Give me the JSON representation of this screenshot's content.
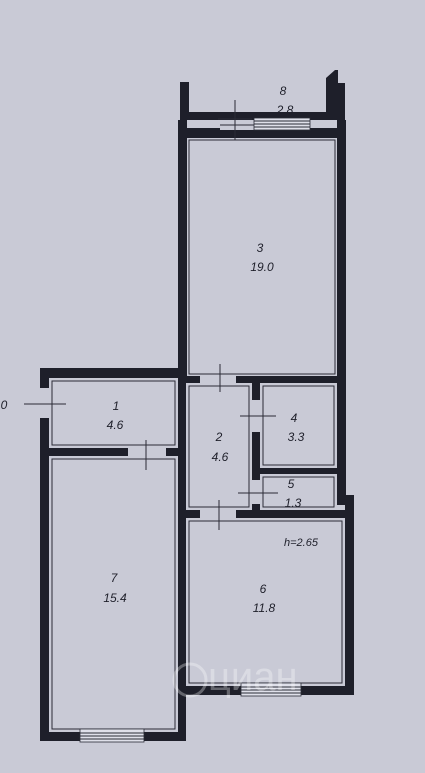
{
  "edge_label": "0",
  "height_note": "h=2.65",
  "watermark": "циан",
  "rooms": [
    {
      "id": "room-1",
      "number": "1",
      "area": "4.6"
    },
    {
      "id": "room-2",
      "number": "2",
      "area": "4.6"
    },
    {
      "id": "room-3",
      "number": "3",
      "area": "19.0"
    },
    {
      "id": "room-4",
      "number": "4",
      "area": "3.3"
    },
    {
      "id": "room-5",
      "number": "5",
      "area": "1.3"
    },
    {
      "id": "room-6",
      "number": "6",
      "area": "11.8"
    },
    {
      "id": "room-7",
      "number": "7",
      "area": "15.4"
    },
    {
      "id": "room-8",
      "number": "8",
      "area": "2.8"
    }
  ],
  "colors": {
    "background": "#c9cad6",
    "ink": "#1e1f2a"
  }
}
